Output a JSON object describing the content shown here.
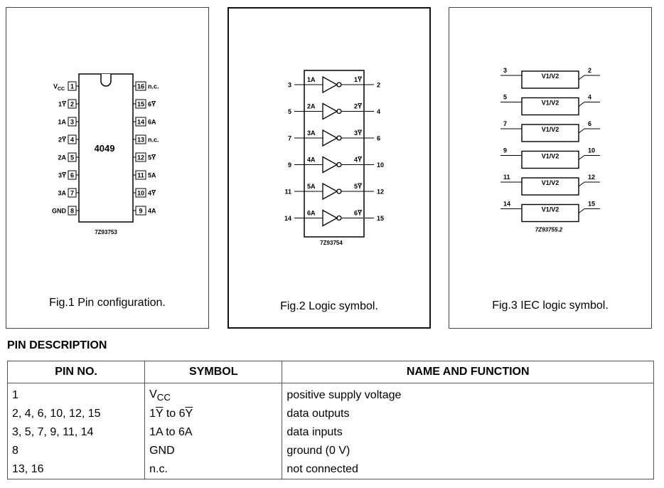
{
  "figures": [
    {
      "caption": "Fig.1  Pin configuration.",
      "chip_label": "4049",
      "code": "7Z93753",
      "left_pins": [
        {
          "label": "V",
          "sub": "CC",
          "bar": false,
          "num": "1"
        },
        {
          "label": "1Y",
          "bar": true,
          "num": "2"
        },
        {
          "label": "1A",
          "bar": false,
          "num": "3"
        },
        {
          "label": "2Y",
          "bar": true,
          "num": "4"
        },
        {
          "label": "2A",
          "bar": false,
          "num": "5"
        },
        {
          "label": "3Y",
          "bar": true,
          "num": "6"
        },
        {
          "label": "3A",
          "bar": false,
          "num": "7"
        },
        {
          "label": "GND",
          "bar": false,
          "num": "8"
        }
      ],
      "right_pins": [
        {
          "label": "n.c.",
          "bar": false,
          "num": "16"
        },
        {
          "label": "6Y",
          "bar": true,
          "num": "15"
        },
        {
          "label": "6A",
          "bar": false,
          "num": "14"
        },
        {
          "label": "n.c.",
          "bar": false,
          "num": "13"
        },
        {
          "label": "5Y",
          "bar": true,
          "num": "12"
        },
        {
          "label": "5A",
          "bar": false,
          "num": "11"
        },
        {
          "label": "4Y",
          "bar": true,
          "num": "10"
        },
        {
          "label": "4A",
          "bar": false,
          "num": "9"
        }
      ]
    },
    {
      "caption": "Fig.2  Logic symbol.",
      "code": "7Z93754",
      "gates": [
        {
          "in_num": "3",
          "in_label": "1A",
          "out_label": "1Y",
          "out_num": "2"
        },
        {
          "in_num": "5",
          "in_label": "2A",
          "out_label": "2Y",
          "out_num": "4"
        },
        {
          "in_num": "7",
          "in_label": "3A",
          "out_label": "3Y",
          "out_num": "6"
        },
        {
          "in_num": "9",
          "in_label": "4A",
          "out_label": "4Y",
          "out_num": "10"
        },
        {
          "in_num": "11",
          "in_label": "5A",
          "out_label": "5Y",
          "out_num": "12"
        },
        {
          "in_num": "14",
          "in_label": "6A",
          "out_label": "6Y",
          "out_num": "15"
        }
      ]
    },
    {
      "caption": "Fig.3  IEC logic symbol.",
      "code": "7Z93755.2",
      "box_label": "V1/V2",
      "gates": [
        {
          "in_num": "3",
          "out_num": "2"
        },
        {
          "in_num": "5",
          "out_num": "4"
        },
        {
          "in_num": "7",
          "out_num": "6"
        },
        {
          "in_num": "9",
          "out_num": "10"
        },
        {
          "in_num": "11",
          "out_num": "12"
        },
        {
          "in_num": "14",
          "out_num": "15"
        }
      ]
    }
  ],
  "pin_description": {
    "heading": "PIN DESCRIPTION",
    "headers": [
      "PIN NO.",
      "SYMBOL",
      "NAME AND FUNCTION"
    ],
    "rows": [
      {
        "pins": "1",
        "symbol": "V",
        "symbol_sub": "CC",
        "symbol_bar": false,
        "name": "positive supply voltage"
      },
      {
        "pins": "2, 4, 6, 10, 12, 15",
        "symbol_parts": [
          "1",
          "Y",
          " to 6",
          "Y"
        ],
        "symbol_bar": true,
        "name": "data outputs"
      },
      {
        "pins": "3, 5, 7, 9, 11, 14",
        "symbol": "1A to 6A",
        "symbol_bar": false,
        "name": "data inputs"
      },
      {
        "pins": "8",
        "symbol": "GND",
        "symbol_bar": false,
        "name": "ground (0 V)"
      },
      {
        "pins": "13, 16",
        "symbol": "n.c.",
        "symbol_bar": false,
        "name": "not connected"
      }
    ]
  }
}
